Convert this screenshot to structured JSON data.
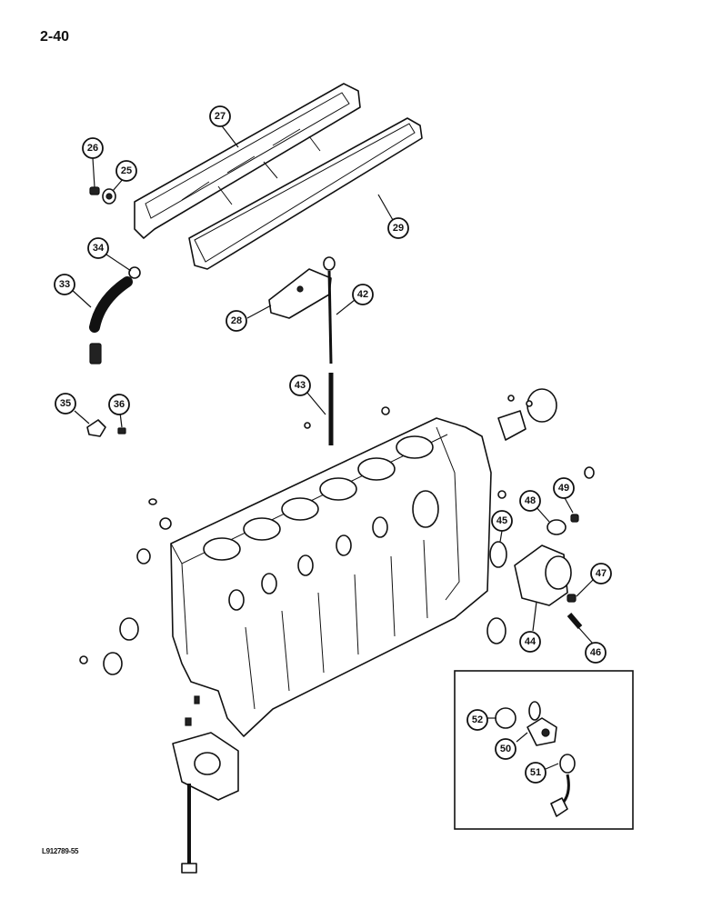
{
  "page_number": "2-40",
  "figure_code": "L912789-55",
  "callouts": [
    {
      "id": "27"
    },
    {
      "id": "26"
    },
    {
      "id": "25"
    },
    {
      "id": "29"
    },
    {
      "id": "34"
    },
    {
      "id": "33"
    },
    {
      "id": "42"
    },
    {
      "id": "28"
    },
    {
      "id": "43"
    },
    {
      "id": "35"
    },
    {
      "id": "36"
    },
    {
      "id": "48"
    },
    {
      "id": "49"
    },
    {
      "id": "45"
    },
    {
      "id": "47"
    },
    {
      "id": "44"
    },
    {
      "id": "46"
    },
    {
      "id": "52"
    },
    {
      "id": "50"
    },
    {
      "id": "51"
    }
  ]
}
